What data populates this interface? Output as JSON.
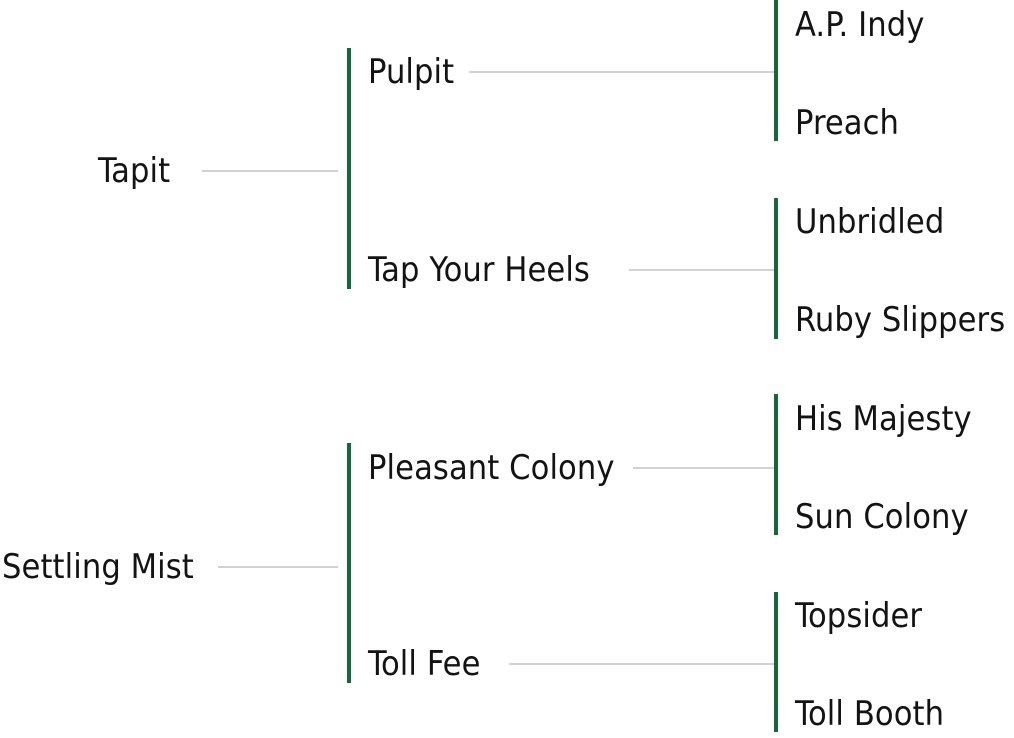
{
  "chart_data": {
    "type": "tree",
    "title": "",
    "orientation": "left-to-right",
    "generations": 3,
    "accent_color": "#126a3a",
    "connector_color": "#d2d2d2",
    "text_color": "#131313",
    "background_color": "#ffffff",
    "families": [
      {
        "id": "family-tapit",
        "root": "Tapit",
        "parents": [
          {
            "name": "Pulpit",
            "grandparents": [
              "A.P. Indy",
              "Preach"
            ]
          },
          {
            "name": "Tap Your Heels",
            "grandparents": [
              "Unbridled",
              "Ruby Slippers"
            ]
          }
        ]
      },
      {
        "id": "family-settling-mist",
        "root": "Settling Mist",
        "parents": [
          {
            "name": "Pleasant Colony",
            "grandparents": [
              "His Majesty",
              "Sun Colony"
            ]
          },
          {
            "name": "Toll Fee",
            "grandparents": [
              "Topsider",
              "Toll Booth"
            ]
          }
        ]
      }
    ]
  },
  "nodes": {
    "tapit": "Tapit",
    "pulpit": "Pulpit",
    "tap_your_heels": "Tap Your Heels",
    "ap_indy": "A.P. Indy",
    "preach": "Preach",
    "unbridled": "Unbridled",
    "ruby_slippers": "Ruby Slippers",
    "settling_mist": "Settling Mist",
    "pleasant_colony": "Pleasant Colony",
    "toll_fee": "Toll Fee",
    "his_majesty": "His Majesty",
    "sun_colony": "Sun Colony",
    "topsider": "Topsider",
    "toll_booth": "Toll Booth"
  }
}
